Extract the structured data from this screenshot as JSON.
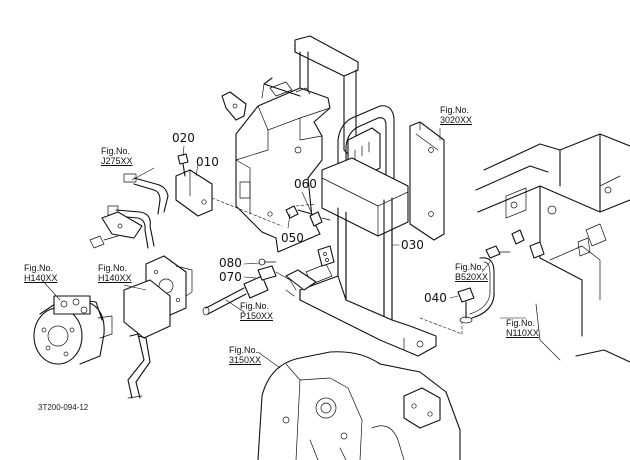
{
  "callouts": {
    "p010": "010",
    "p020": "020",
    "p030": "030",
    "p040": "040",
    "p050": "050",
    "p060": "060",
    "p070": "070",
    "p080": "080"
  },
  "figure_refs": {
    "caption": "Fig.No.",
    "j275": "J275XX",
    "h140_left": "H140XX",
    "h140_mid": "H140XX",
    "p150": "P150XX",
    "f3150": "3150XX",
    "f3020": "3020XX",
    "b520": "B520XX",
    "n110": "N110XX"
  },
  "drawing_code": "3T200-094-12"
}
